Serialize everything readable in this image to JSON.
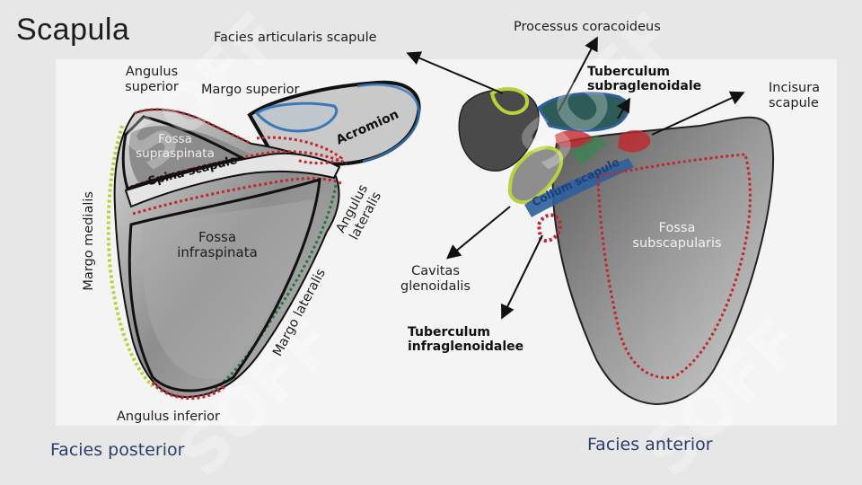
{
  "title": "Scapula",
  "labels": {
    "facies_articularis": "Facies articularis scapule",
    "processus_coracoideus": "Processus coracoideus",
    "angulus_superior_1": "Angulus",
    "angulus_superior_2": "superior",
    "margo_superior": "Margo superior",
    "acromion": "Acromion",
    "fossa_supraspinata_1": "Fossa",
    "fossa_supraspinata_2": "supraspinata",
    "spina_scapule": "Spina scapule",
    "angulus_lateralis_1": "Angulus",
    "angulus_lateralis_2": "lateralis",
    "margo_medialis": "Margo medialis",
    "fossa_infraspinata_1": "Fossa",
    "fossa_infraspinata_2": "infraspinata",
    "margo_lateralis": "Margo lateralis",
    "angulus_inferior": "Angulus inferior",
    "tuberculum_subraglenoidale_1": "Tuberculum",
    "tuberculum_subraglenoidale_2": "subraglenoidale",
    "incisura_scapule_1": "Incisura",
    "incisura_scapule_2": "scapule",
    "collum_scapule": "Collum scapule",
    "cavitas_glenoidalis_1": "Cavitas",
    "cavitas_glenoidalis_2": "glenoidalis",
    "fossa_subscapularis_1": "Fossa",
    "fossa_subscapularis_2": "subscapularis",
    "tuberculum_infraglenoidalee_1": "Tuberculum",
    "tuberculum_infraglenoidalee_2": "infraglenoidalee"
  },
  "captions": {
    "posterior": "Facies posterior",
    "anterior": "Facies  anterior"
  },
  "watermark": "SOFF",
  "colors": {
    "red_outline": "#c0282d",
    "green_outline": "#b7d23a",
    "dark_green_outline": "#1f7a3a",
    "blue_outline": "#2f5f9e",
    "black_outline": "#111111",
    "caption_text": "#2c3e6b"
  }
}
